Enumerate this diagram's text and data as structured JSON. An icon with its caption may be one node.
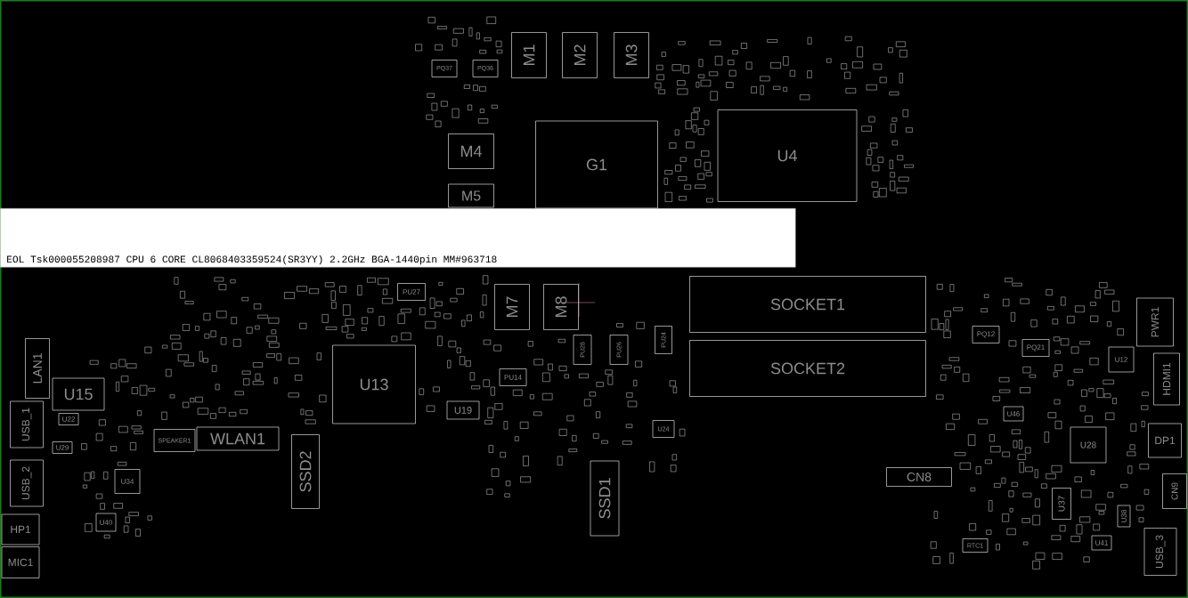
{
  "diagram": {
    "nodes": [
      {
        "text": [
          "M1"
        ]
      },
      {
        "text": [
          "M2"
        ]
      },
      {
        "text": [
          "M3"
        ]
      },
      {
        "text": [
          "PQ37"
        ]
      },
      {
        "text": [
          "PQ36"
        ]
      },
      {
        "text": [
          "M4"
        ]
      },
      {
        "text": [
          "G1"
        ]
      },
      {
        "text": [
          "U4"
        ]
      },
      {
        "text": [
          "M5"
        ]
      },
      {
        "text": [
          "PU27"
        ]
      },
      {
        "text": [
          "M7"
        ]
      },
      {
        "text": [
          "M8"
        ]
      },
      {
        "text": [
          "SOCKET1"
        ]
      },
      {
        "text": [
          "PWR1"
        ]
      },
      {
        "text": [
          "PQ12"
        ]
      },
      {
        "text": [
          "PQ21"
        ]
      },
      {
        "text": [
          "U12"
        ]
      },
      {
        "text": [
          "LAN1"
        ]
      },
      {
        "text": [
          "U13"
        ]
      },
      {
        "text": [
          "PU28"
        ]
      },
      {
        "text": [
          "PU26"
        ]
      },
      {
        "text": [
          "PU24"
        ]
      },
      {
        "text": [
          "SOCKET2"
        ]
      },
      {
        "text": [
          "HDMI1"
        ]
      },
      {
        "text": [
          "U15"
        ]
      },
      {
        "text": [
          "U19"
        ]
      },
      {
        "text": [
          "PU14"
        ]
      },
      {
        "text": [
          "U46"
        ]
      },
      {
        "text": [
          "USB_1"
        ]
      },
      {
        "text": [
          "U22"
        ]
      },
      {
        "text": [
          "U24"
        ]
      },
      {
        "text": [
          "U28"
        ]
      },
      {
        "text": [
          "DP1"
        ]
      },
      {
        "text": [
          "WLAN1"
        ]
      },
      {
        "text": [
          "SPEAKER1"
        ]
      },
      {
        "text": [
          "SSD2"
        ]
      },
      {
        "text": [
          "U29"
        ]
      },
      {
        "text": [
          "SSD1"
        ]
      },
      {
        "text": [
          "CN8"
        ]
      },
      {
        "text": [
          "USB_2"
        ]
      },
      {
        "text": [
          "U34"
        ]
      },
      {
        "text": [
          "CN9"
        ]
      },
      {
        "text": [
          "U37"
        ]
      },
      {
        "text": [
          "U38"
        ]
      },
      {
        "text": [
          "HP1"
        ]
      },
      {
        "text": [
          "U40"
        ]
      },
      {
        "text": [
          "USB_3"
        ]
      },
      {
        "text": [
          "U41"
        ]
      },
      {
        "text": [
          "RTC1"
        ]
      },
      {
        "text": [
          "MIC1"
        ]
      }
    ],
    "labels": [
      "EOL Tsk000055208987 CPU 6 CORE CL8068403359524(SR3YY) 2.2GHz BGA-1440pin  MM#963718"
    ]
  }
}
